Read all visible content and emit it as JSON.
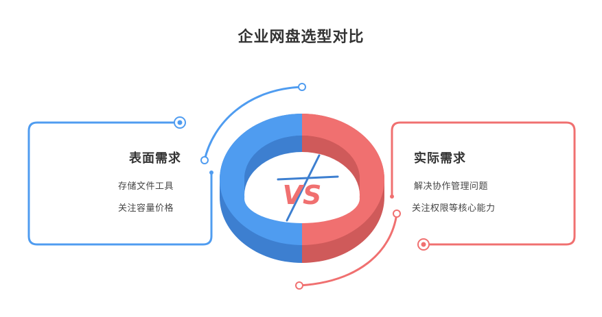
{
  "title": "企业网盘选型对比",
  "left": {
    "heading": "表面需求",
    "items": [
      "存储文件工具",
      "关注容量价格"
    ]
  },
  "right": {
    "heading": "实际需求",
    "items": [
      "解决协作管理问题",
      "关注权限等核心能力"
    ]
  },
  "center": {
    "vs_text": "VS"
  },
  "colors": {
    "left_accent": "#4f9cf0",
    "right_accent": "#f07070",
    "left_dark": "#3d7fd0",
    "right_dark": "#cf5a5a"
  }
}
